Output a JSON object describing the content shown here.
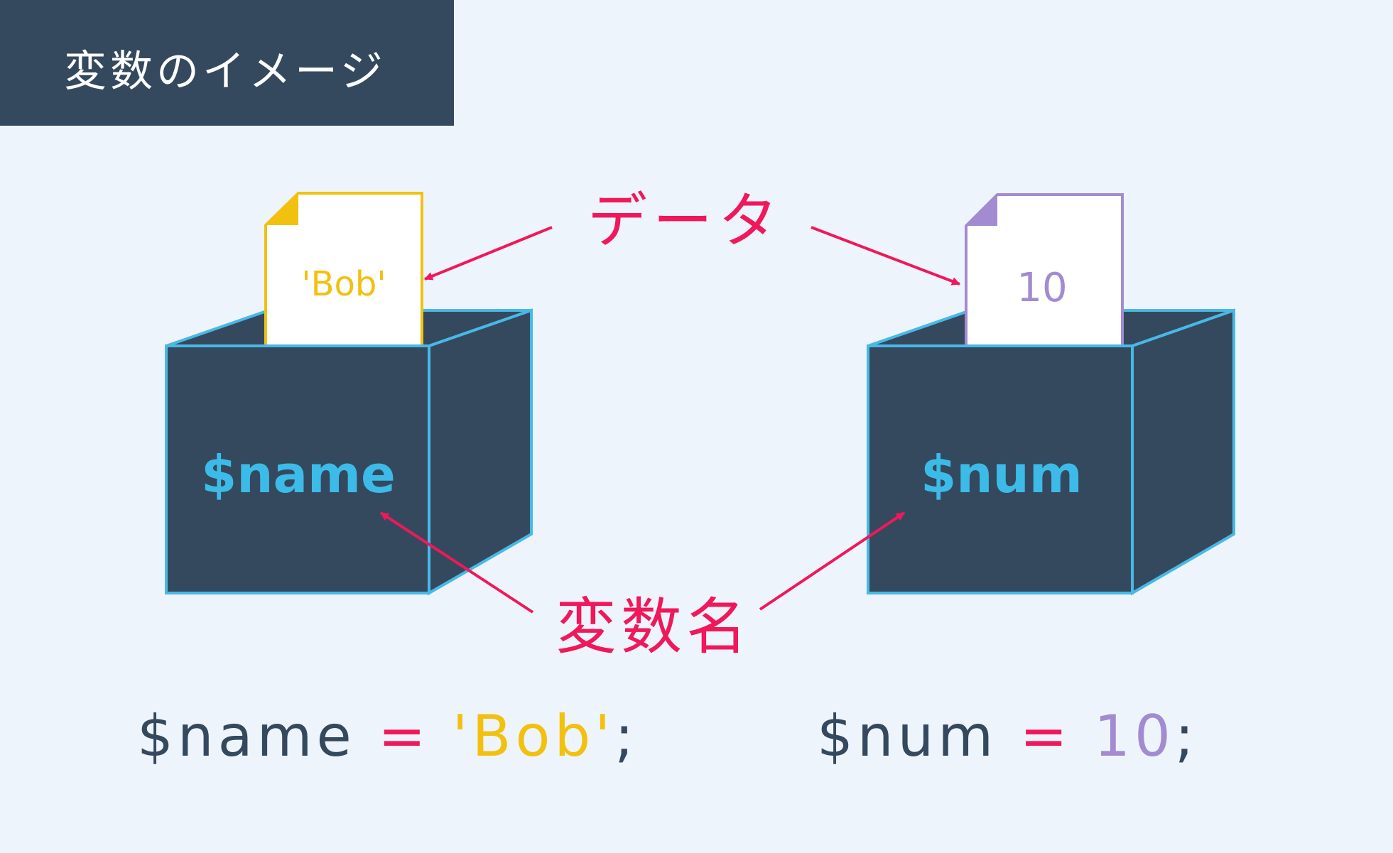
{
  "title": "変数のイメージ",
  "colors": {
    "navy": "#34495e",
    "box_edge": "#48b9e6",
    "variable_text": "#3dbbe8",
    "arrow": "#f0185a",
    "string_value": "#f2c10f",
    "number_value": "#a38bd2",
    "paper": "#ffffff",
    "background": "#eef4fb"
  },
  "labels": {
    "data": "データ",
    "variable_name": "変数名"
  },
  "boxes": [
    {
      "variable": "$name",
      "value": "'Bob'",
      "value_kind": "string"
    },
    {
      "variable": "$num",
      "value": "10",
      "value_kind": "number"
    }
  ],
  "code": [
    {
      "variable": "$name",
      "operator": " = ",
      "value": "'Bob'",
      "terminator": ";"
    },
    {
      "variable": "$num",
      "operator": " = ",
      "value": "10",
      "terminator": ";"
    }
  ]
}
